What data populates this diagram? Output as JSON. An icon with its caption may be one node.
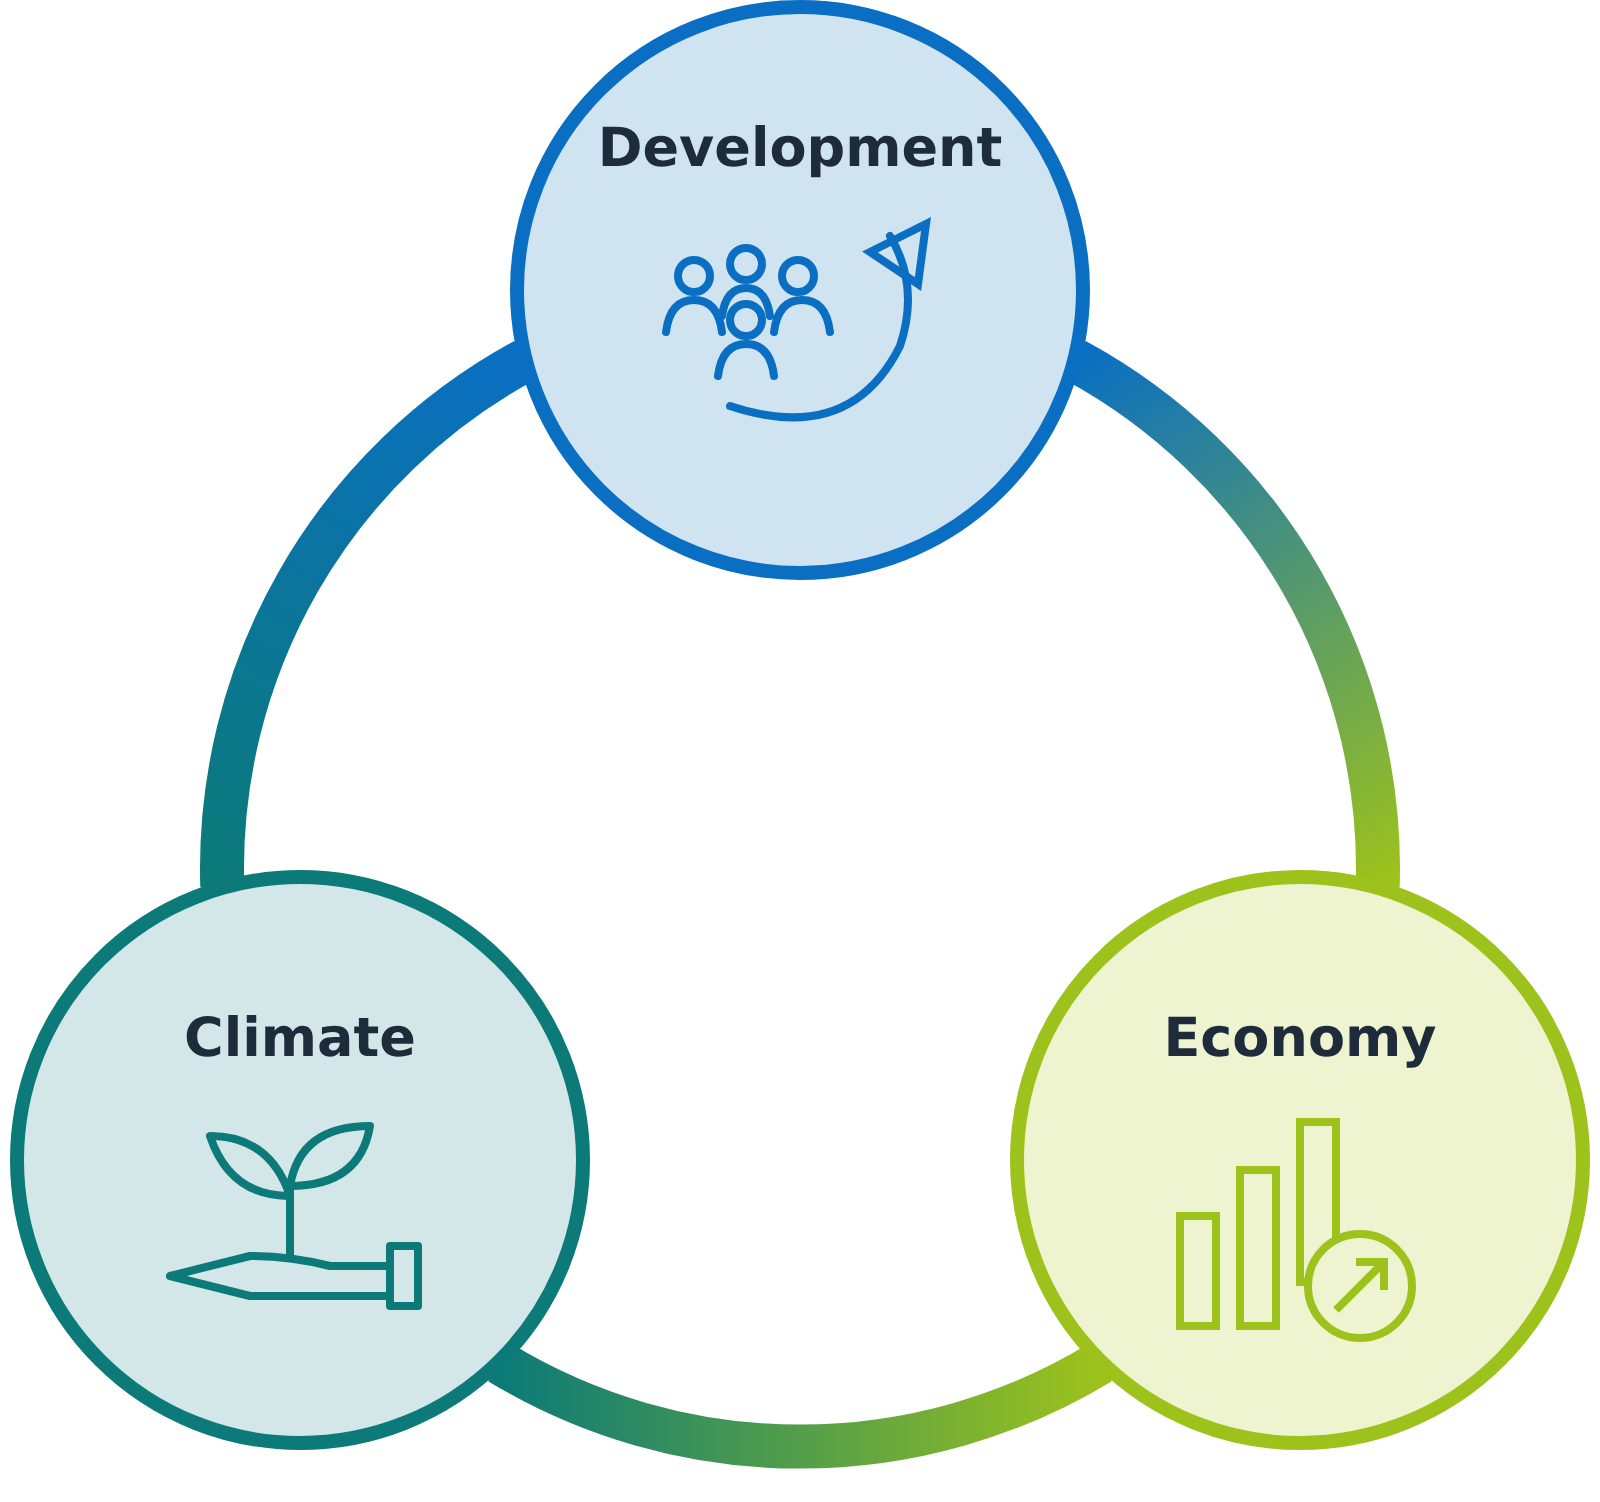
{
  "diagram": {
    "nodes": [
      {
        "text": [
          "Development"
        ]
      },
      {
        "text": [
          "Climate"
        ]
      },
      {
        "text": [
          "Economy"
        ]
      }
    ],
    "edges": [
      {
        "from": 0,
        "to": 2,
        "arrow": "none"
      },
      {
        "from": 2,
        "to": 1,
        "arrow": "none"
      },
      {
        "from": 1,
        "to": 0,
        "arrow": "none"
      }
    ]
  }
}
